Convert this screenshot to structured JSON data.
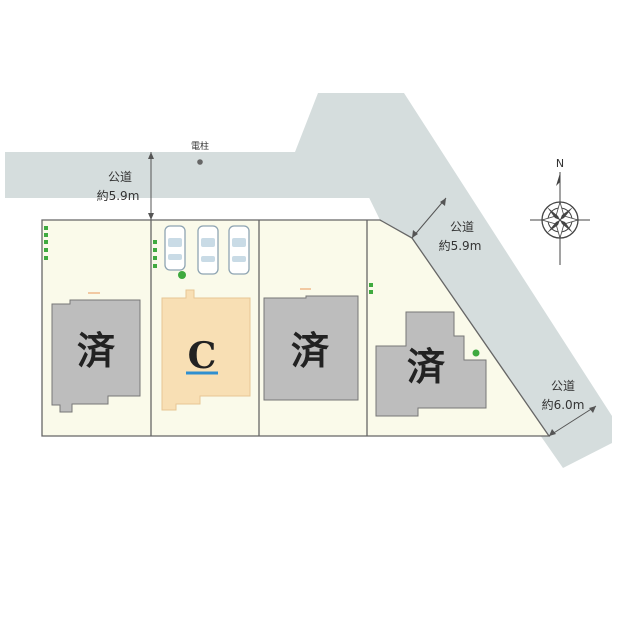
{
  "labels": {
    "pole": "電柱",
    "road_north_name": "公道",
    "road_north_width": "約5.9m",
    "road_ne_name": "公道",
    "road_ne_width": "約5.9m",
    "road_se_name": "公道",
    "road_se_width": "約6.0m",
    "compass_n": "N"
  },
  "lots": [
    {
      "id": "lot-1",
      "label": "済",
      "status": "sold"
    },
    {
      "id": "lot-c",
      "label": "C",
      "status": "available"
    },
    {
      "id": "lot-3",
      "label": "済",
      "status": "sold"
    },
    {
      "id": "lot-4",
      "label": "済",
      "status": "sold"
    }
  ],
  "colors": {
    "road": "#d5dddd",
    "land": "#fafaea",
    "sold_building": "#bdbdbd",
    "available_building": "#f8dfb4",
    "accent_underline": "#2f8fd0",
    "tree": "#3faa3f"
  },
  "icons": [
    "compass-rose-icon",
    "utility-pole-icon",
    "car-icon",
    "tree-icon"
  ]
}
